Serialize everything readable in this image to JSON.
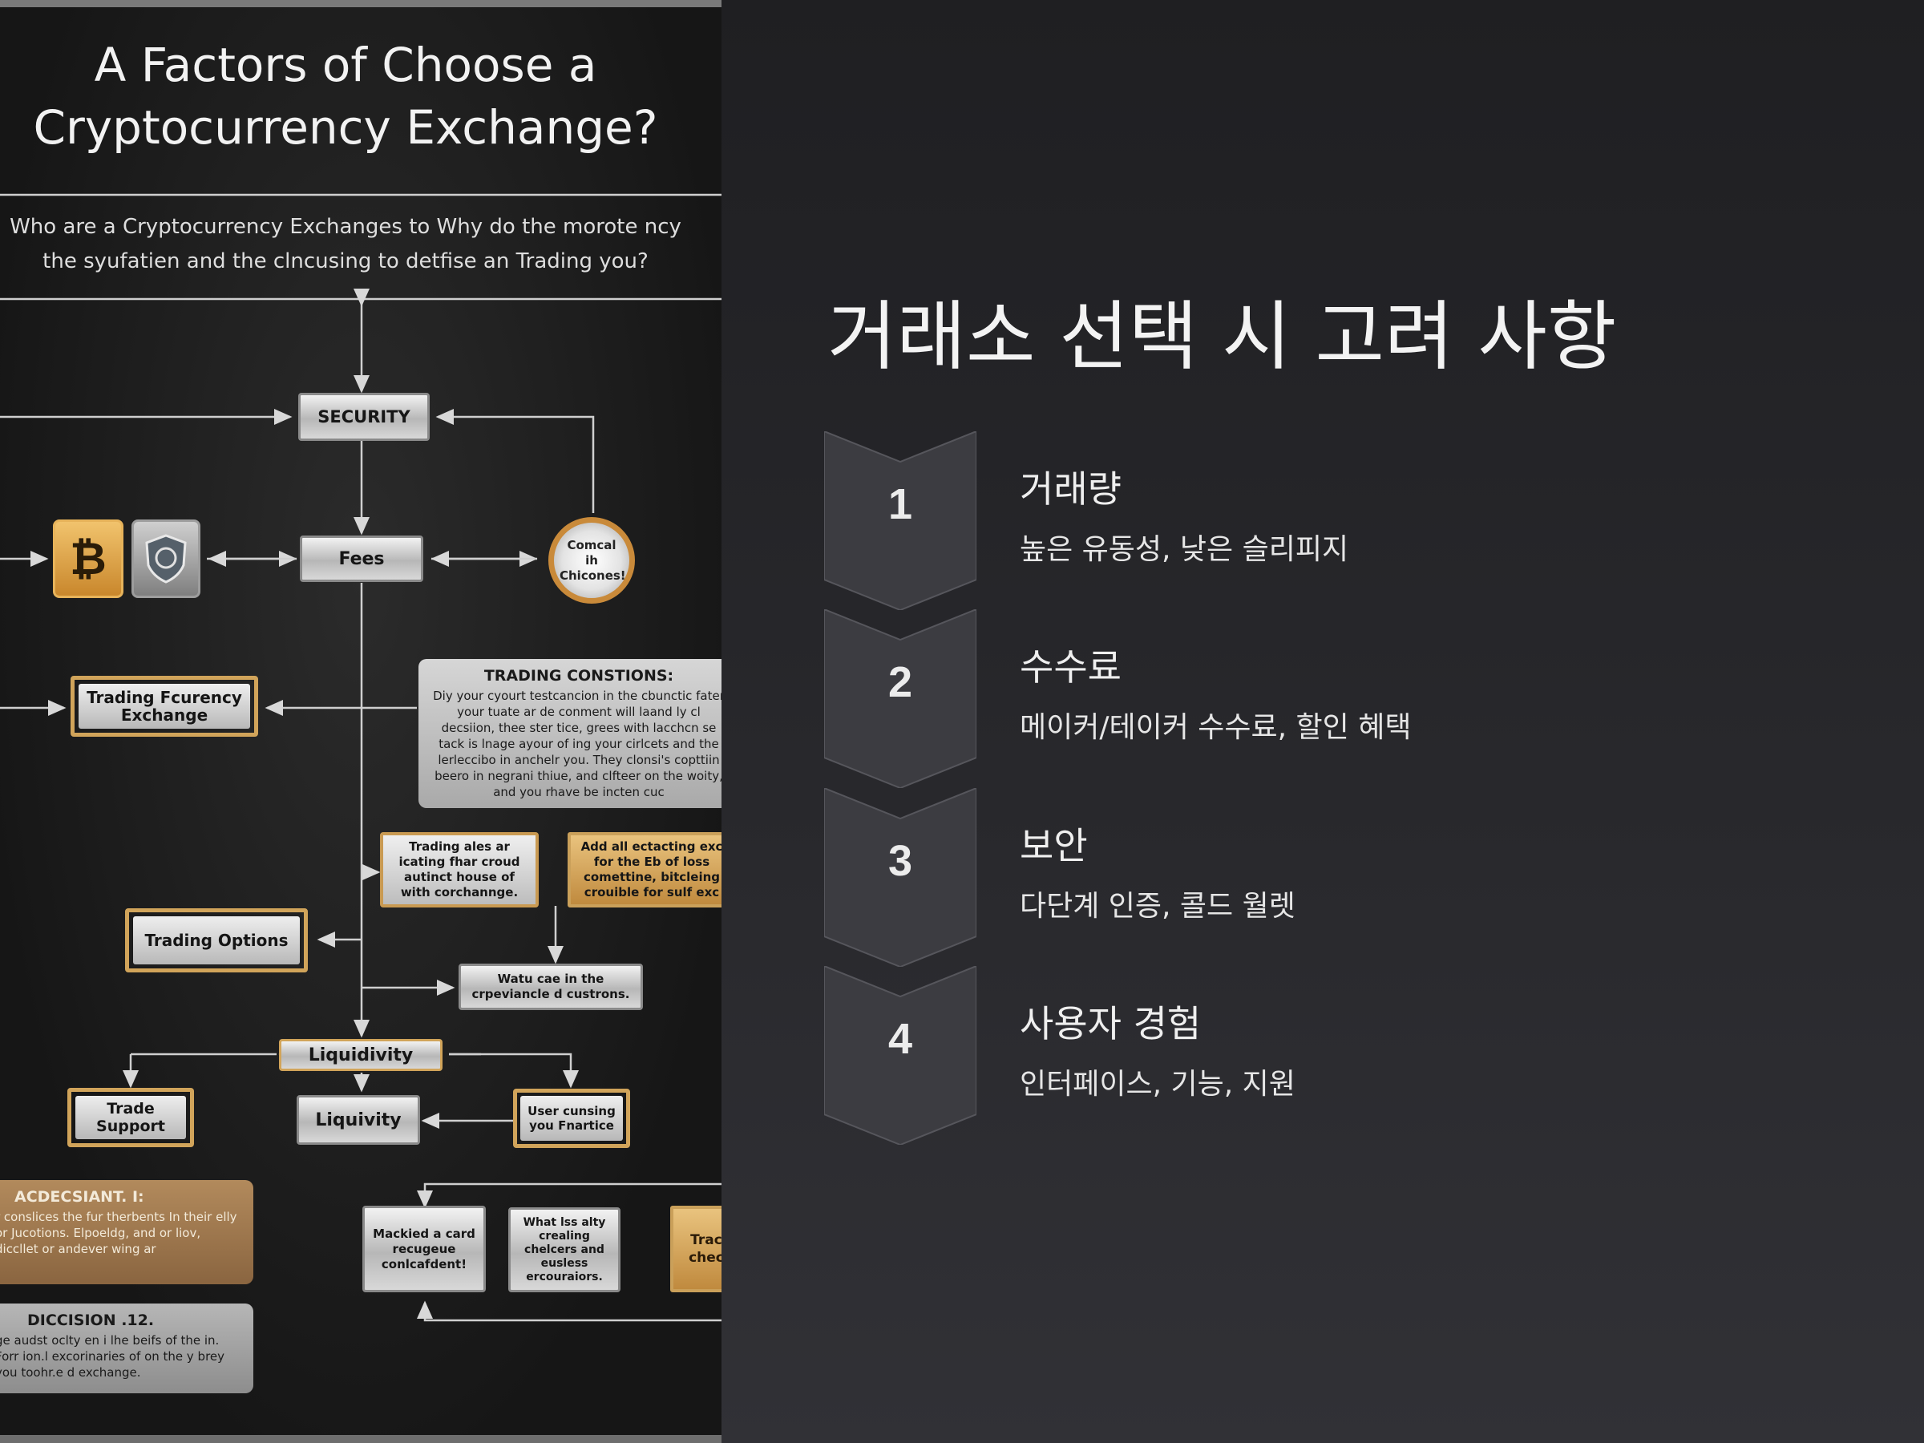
{
  "slide_title": "거래소 선택 시 고려 사항",
  "steps": [
    {
      "number": "1",
      "title": "거래량",
      "description": "높은 유동성, 낮은 슬리피지"
    },
    {
      "number": "2",
      "title": "수수료",
      "description": "메이커/테이커 수수료, 할인 혜택"
    },
    {
      "number": "3",
      "title": "보안",
      "description": "다단계 인증, 콜드 월렛"
    },
    {
      "number": "4",
      "title": "사용자 경험",
      "description": "인터페이스, 기능, 지원"
    }
  ],
  "infographic": {
    "title_lines": [
      "A Factors of Choose a",
      "Cryptocurrency Exchange?"
    ],
    "subtitle_lines": [
      "Who are a Cryptocurrency Exchanges to Why do the morote ncy",
      "the syufatien and the clncusing to detfise an Trading you?"
    ],
    "security": "SECURITY",
    "fees": "Fees",
    "badge_text": "Comcal ih Chicones!",
    "trading_frequency_exchange": "Trading Fcurency Exchange",
    "trading_conditions_title": "TRADING CONSTIONS:",
    "trading_conditions_body": "Diy your cyourt testcancion in the cbunctic fater your tuate ar de conment will laand ly cl decsiion, thee ster tice, grees with lacchcn se tack is lnage ayour of ing your cirlcets and the lerleccibo in anchelr you. They clonsi's copttiin beero in negrani thiue, and clfteer on the woity, and you rhave be incten cuc",
    "trading_ales": "Trading ales ar icating fhar croud autinct house of with corchannge.",
    "add_all": "Add all ectacting exc for the Eb of loss comettine, bitcleing crouible for sulf exc",
    "trading_options": "Trading Options",
    "watu_cae": "Watu cae in the crpeviancle d custrons.",
    "liquidivity": "Liquidivity",
    "trade_support": "Trade Support",
    "liquivity": "Liquivity",
    "user_cunsing": "User cunsing you Fnartice",
    "adecsiant_title": "ACDECSIANT. I:",
    "adecsiant_body": "r conslices the fur therbents In their elly or Jucotions. Elpoeldg, and or liov, diccllet or andever wing ar",
    "mackied": "Mackied a card recugeue conlcafdent!",
    "what_is": "What lss alty crealing chelcers and eusless ercouraiors.",
    "trac": "Trac chec",
    "diccision_title": "DICCISION .12.",
    "diccision_body": "ge audst oclty en i lhe beifs of the in. Forr ion.l excorinaries of on the y brey you toohr.e d exchange."
  }
}
